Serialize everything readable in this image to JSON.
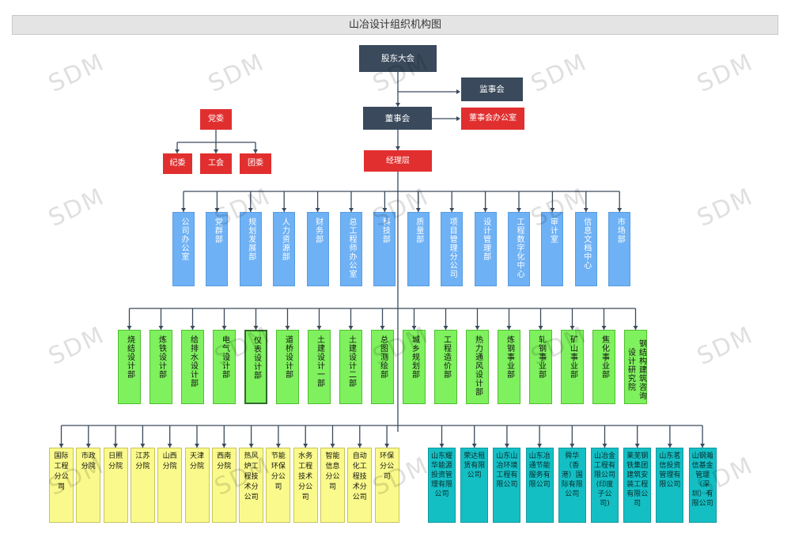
{
  "title": "山冶设计组织机构图",
  "top": {
    "shareholders": "股东大会",
    "supervisors": "监事会",
    "board": "董事会",
    "board_office": "董事会办公室",
    "management": "经理层"
  },
  "party": {
    "committee": "党委",
    "subs": [
      "纪委",
      "工会",
      "团委"
    ]
  },
  "departments": [
    "公司办公室",
    "党群部",
    "规划发展部",
    "人力资源部",
    "财务部",
    "总工程师办公室",
    "科技部",
    "质量部",
    "项目管理分公司",
    "设计管理部",
    "工程数字化中心",
    "审计室",
    "信息文档中心",
    "市场部"
  ],
  "design_units": [
    "烧结设计部",
    "炼铁设计部",
    "给排水设计部",
    "电气设计部",
    "仪表设计部",
    "道桥设计部",
    "土建设计一部",
    "土建设计二部",
    "总图测绘部",
    "城乡规划部",
    "工程造价部",
    "热力通风设计部",
    "炼钢事业部",
    "轧钢事业部",
    "矿山事业部",
    "焦化事业部",
    "钢结构建筑咨询设计研究院"
  ],
  "branches": [
    "国际工程分公司",
    "市政分院",
    "日照分院",
    "江苏分院",
    "山西分院",
    "天津分院",
    "西南分院",
    "热风炉工程技术分公司",
    "节能环保分公司",
    "水务工程技术分公司",
    "智能信息分公司",
    "自动化工程技术分公司",
    "环保分公司"
  ],
  "subsidiaries": [
    "山东耀华能源投资管理有限公司",
    "荣达租赁有限公司",
    "山东山冶环境工程有限公司",
    "山东冶通节能服务有限公司",
    "舜华（香港）国际有限公司",
    "山冶金工程有限公司(印度子公司)",
    "莱芜钢铁集团建筑安装工程有限公司",
    "山东茗信投资管理有限公司",
    "山钢瀚信基金管理（深圳）有限公司"
  ],
  "watermark": "SDM",
  "colors": {
    "dark": "#3a4a5c",
    "red": "#e12f2f",
    "blue": "#6eb1f5",
    "green": "#7ff05e",
    "yellow": "#fafa8c",
    "teal": "#14bfc4",
    "line": "#3a4a5c"
  }
}
